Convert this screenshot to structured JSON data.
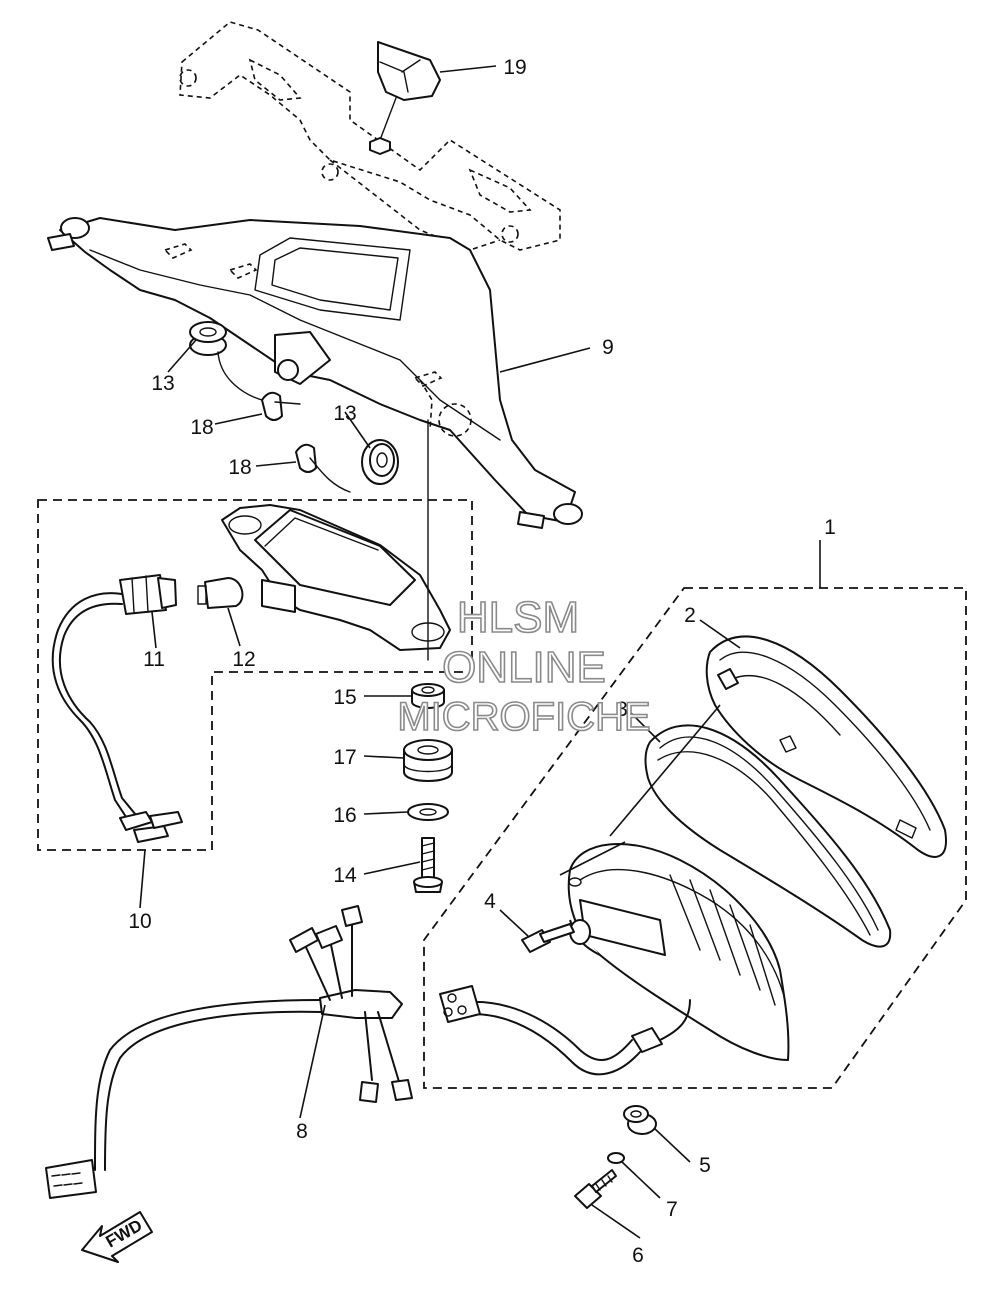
{
  "callouts": [
    {
      "id": "c1",
      "label": "1"
    },
    {
      "id": "c2",
      "label": "2"
    },
    {
      "id": "c3",
      "label": "3"
    },
    {
      "id": "c4",
      "label": "4"
    },
    {
      "id": "c5",
      "label": "5"
    },
    {
      "id": "c6",
      "label": "6"
    },
    {
      "id": "c7",
      "label": "7"
    },
    {
      "id": "c8",
      "label": "8"
    },
    {
      "id": "c9",
      "label": "9"
    },
    {
      "id": "c10",
      "label": "10"
    },
    {
      "id": "c11",
      "label": "11"
    },
    {
      "id": "c12",
      "label": "12"
    },
    {
      "id": "c13a",
      "label": "13"
    },
    {
      "id": "c13b",
      "label": "13"
    },
    {
      "id": "c14",
      "label": "14"
    },
    {
      "id": "c15",
      "label": "15"
    },
    {
      "id": "c16",
      "label": "16"
    },
    {
      "id": "c17",
      "label": "17"
    },
    {
      "id": "c18a",
      "label": "18"
    },
    {
      "id": "c18b",
      "label": "18"
    },
    {
      "id": "c19",
      "label": "19"
    }
  ],
  "watermark": {
    "line1": "HLSM",
    "line2": "ONLINE",
    "line3": "MICROFICHE"
  },
  "direction_indicator": {
    "label": "FWD",
    "icon": "fwd-arrow-icon"
  },
  "colors": {
    "ink": "#111111",
    "watermark": "#8a8a8a",
    "background": "#ffffff"
  }
}
